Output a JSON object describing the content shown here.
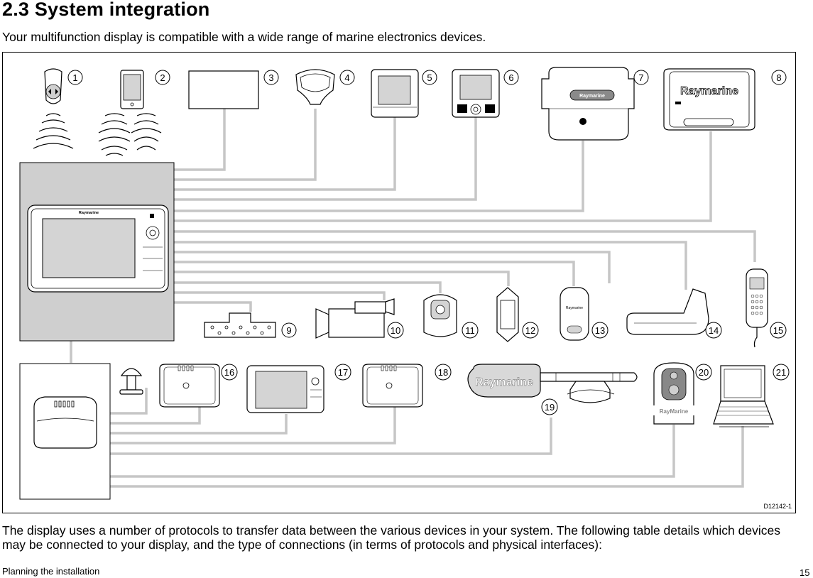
{
  "page": {
    "heading": "2.3 System integration",
    "intro": "Your multifunction display is compatible with a wide range of marine electronics devices.",
    "body": "The display uses a number of protocols to transfer data between the various devices in your system. The following table details which devices may be connected to your display, and the type of connections (in terms of protocols and physical interfaces):",
    "footer_left": "Planning the installation",
    "page_number": "15"
  },
  "figure": {
    "drawing_id": "D12142-1",
    "brand": "Raymarine",
    "brand_alt": "RayMarine",
    "callouts": [
      "1",
      "2",
      "3",
      "4",
      "5",
      "6",
      "7",
      "8",
      "9",
      "10",
      "11",
      "12",
      "13",
      "14",
      "15",
      "16",
      "17",
      "18",
      "19",
      "20",
      "21"
    ]
  }
}
